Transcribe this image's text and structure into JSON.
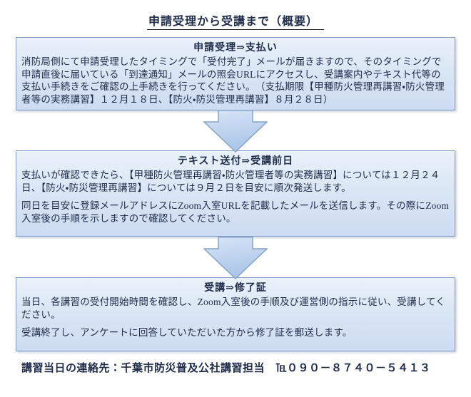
{
  "page": {
    "title": "申請受理から受講まで（概要）",
    "footer": "講習当日の連絡先：千葉市防災普及公社講習担当　℡０９０－８７４０－５４１３"
  },
  "flow": {
    "steps": [
      {
        "header": "申請受理⇒支払い",
        "paragraphs": [
          "消防局側にて申請受理したタイミングで「受付完了」メールが届きますので、そのタイミングで申請直後に届いている「到達通知」メールの照会URLにアクセスし、受講案内やテキスト代等の支払い手続きをご確認の上手続きを行ってください。　（支払期限【甲種防火管理再講習・防火管理者等の実務講習】１２月１８日、【防火・防災管理再講習】８月２８日）"
        ]
      },
      {
        "header": "テキスト送付⇒受講前日",
        "paragraphs": [
          "支払いが確認できたら、【甲種防火管理再講習・防火管理者等の実務講習】については１２月２４日、【防火・防災管理再講習】については９月２日を目安に順次発送します。",
          "同日を目安に登録メールアドレスにZoom入室URLを記載したメールを送信します。その際にZoom入室後の手順を示しますので確認してください。"
        ]
      },
      {
        "header": "受講⇒修了証",
        "paragraphs": [
          "当日、各講習の受付開始時間を確認し、Zoom入室後の手順及び運営側の指示に従い、受講してください。",
          "受講終了し、アンケートに回答していただいた方から修了証を郵送します。"
        ]
      }
    ],
    "arrow_icon": "down-block-arrow"
  },
  "colors": {
    "text": "#1e2c4a",
    "box-border": "#7f9fc9",
    "box-fill-top": "#eaf1fa",
    "box-fill-bottom": "#cddcf1",
    "arrow-border": "#87a3c6",
    "arrow-fill-top": "#d8e5f6",
    "arrow-fill-bottom": "#aac5e8"
  }
}
